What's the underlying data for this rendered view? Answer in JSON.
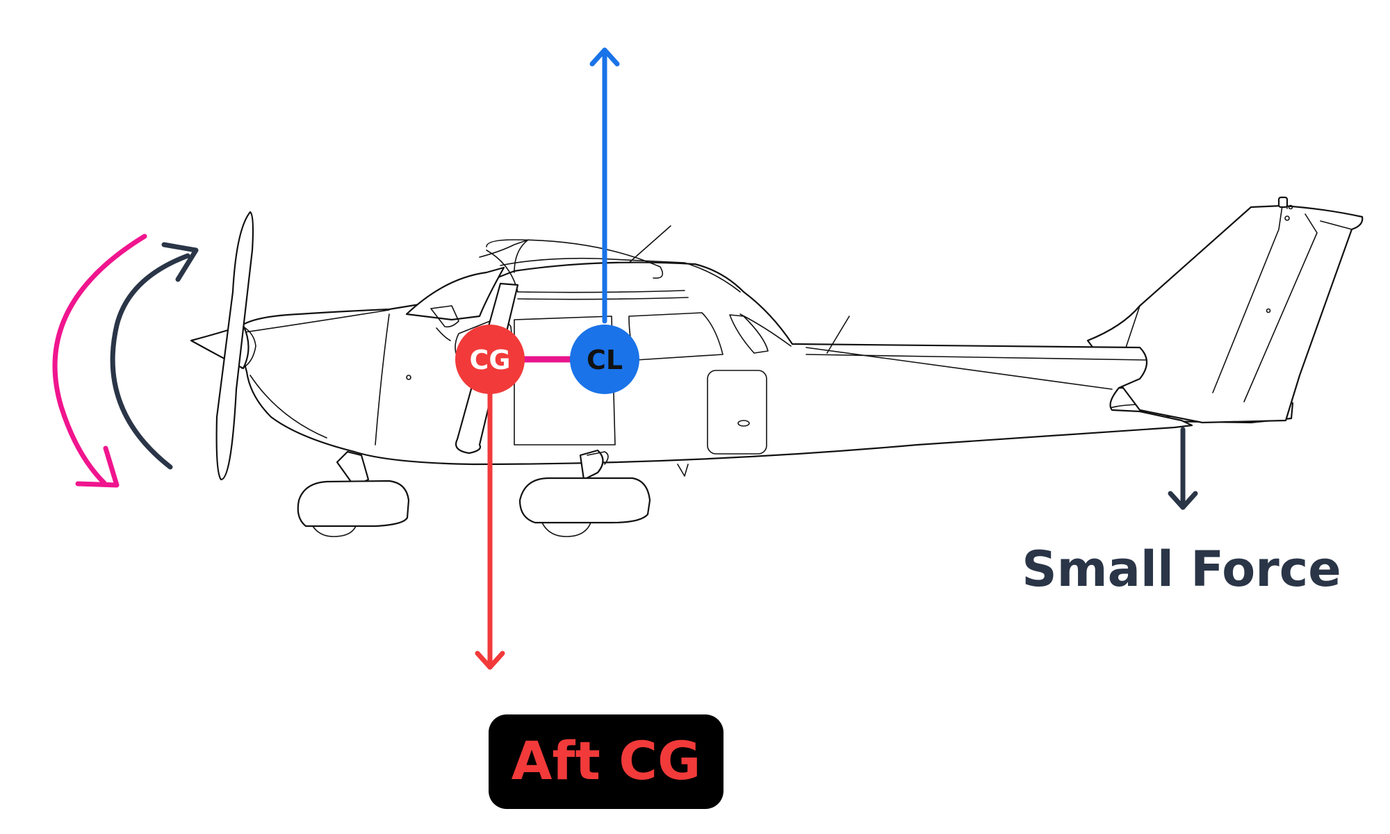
{
  "colors": {
    "lift": "#1a73e8",
    "weight": "#f23a3a",
    "moment_arm": "#e8168c",
    "tail_force": "#2a3547",
    "nose_down_arrow": "#f0158e",
    "nose_up_arrow": "#2a3547",
    "badge_bg": "#000000",
    "badge_text": "#f23a3a"
  },
  "markers": {
    "cg": {
      "label": "CG"
    },
    "cl": {
      "label": "CL"
    }
  },
  "labels": {
    "tail_force": "Small Force",
    "cg_position": "Aft CG"
  },
  "icons": {
    "lift": "arrow-up-icon",
    "weight": "arrow-down-icon",
    "tail": "arrow-down-icon",
    "nose_down": "curved-arrow-down-icon",
    "nose_up": "curved-arrow-up-icon"
  }
}
